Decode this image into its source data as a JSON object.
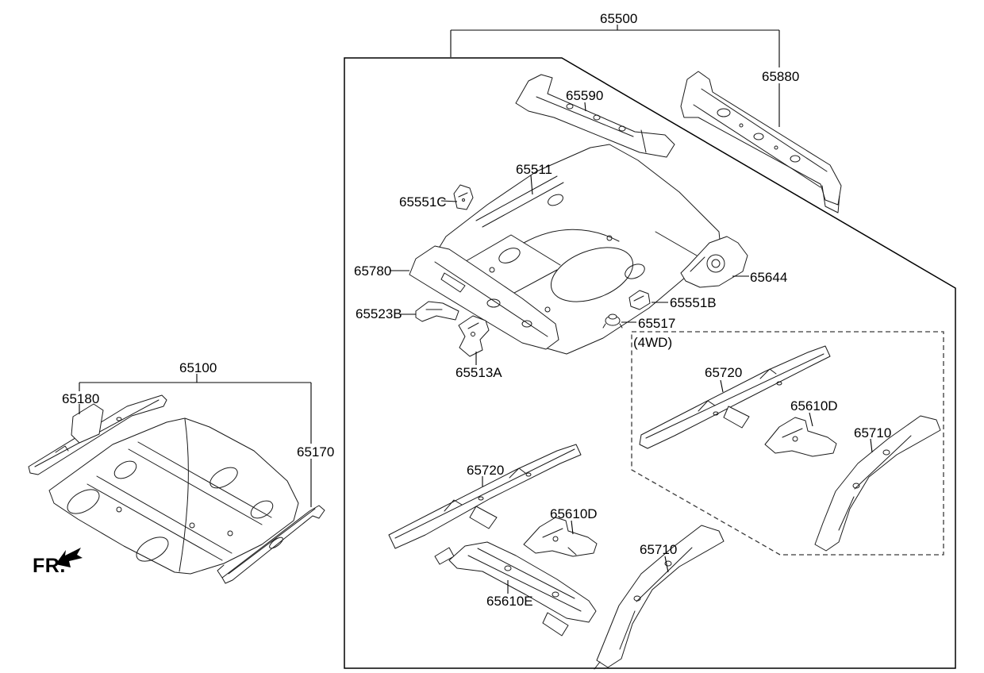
{
  "diagram": {
    "background_color": "#ffffff",
    "line_color": "#000000",
    "dashed_group_style": "dashed"
  },
  "callouts": {
    "c65500": "65500",
    "c65880": "65880",
    "c65590": "65590",
    "c65511": "65511",
    "c65551C": "65551C",
    "c65780": "65780",
    "c65523B": "65523B",
    "c65513A": "65513A",
    "c65517": "65517",
    "c65551B": "65551B",
    "c65644": "65644",
    "c4wd": "(4WD)",
    "c65720_4wd": "65720",
    "c65610D_4wd": "65610D",
    "c65710_4wd": "65710",
    "c65100": "65100",
    "c65180": "65180",
    "c65170": "65170",
    "c65720": "65720",
    "c65610D": "65610D",
    "c65610E": "65610E",
    "c65710": "65710",
    "front_marker": "FR."
  }
}
